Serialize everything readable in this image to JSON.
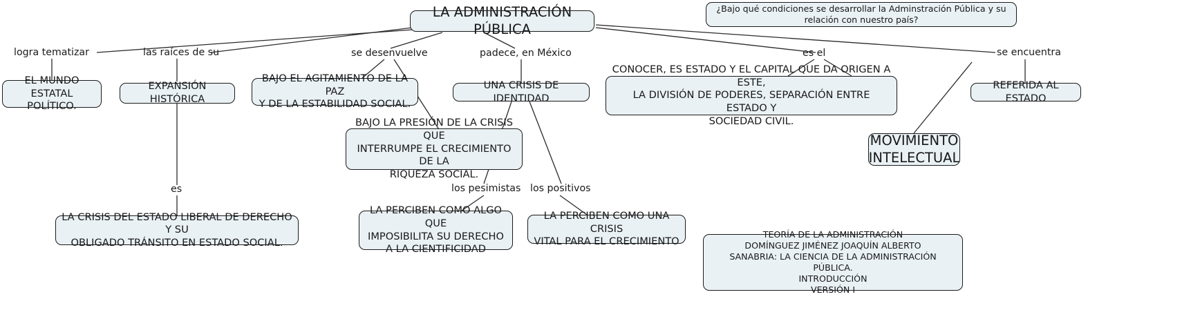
{
  "diagram": {
    "title": "LA ADMINISTRACIÓN PÚBLICA",
    "type": "concept-map",
    "colors": {
      "node_fill": "#eaf1f4",
      "node_border": "#1a1a1a",
      "text": "#17181a",
      "edge": "#2b2b2b",
      "background": "#ffffff"
    },
    "focus_question": "¿Bajo qué condiciones se desarrollar la Adminstración Pública y su relación con nuestro país?",
    "root": {
      "label": "LA ADMINISTRACIÓN PÚBLICA"
    },
    "link_labels": [
      {
        "id": "logra-tematizar",
        "text": "logra tematizar"
      },
      {
        "id": "las-raices-de-su",
        "text": "las raíces de su"
      },
      {
        "id": "se-desenvuelve",
        "text": "se desenvuelve"
      },
      {
        "id": "padece-en-mexico",
        "text": "padece, en México"
      },
      {
        "id": "es-el",
        "text": "es el"
      },
      {
        "id": "se-encuentra",
        "text": "se encuentra"
      },
      {
        "id": "es",
        "text": "es"
      },
      {
        "id": "los-pesimistas",
        "text": "los pesimistas"
      },
      {
        "id": "los-positivos",
        "text": "los positivos"
      }
    ],
    "nodes": [
      {
        "id": "mundo-estatal",
        "label": "EL MUNDO ESTATAL\nPOLÍTICO."
      },
      {
        "id": "expansion-historica",
        "label": "EXPANSIÓN HISTÓRICA"
      },
      {
        "id": "agitacion-paz",
        "label": "BAJO EL AGITAMIENTO DE LA PAZ\nY DE LA ESTABILIDAD SOCIAL."
      },
      {
        "id": "crisis-identidad",
        "label": "UNA CRISIS DE IDENTIDAD"
      },
      {
        "id": "conocer-estado-capital",
        "label": "CONOCER, ES ESTADO Y EL CAPITAL QUE DA ORIGEN A ESTE,\nLA DIVISIÓN DE PODERES, SEPARACIÓN ENTRE ESTADO Y\nSOCIEDAD CIVIL."
      },
      {
        "id": "referida-al-estado",
        "label": "REFERIDA AL ESTADO"
      },
      {
        "id": "presion-crisis",
        "label": "BAJO LA PRESIÓN DE LA CRISIS QUE\nINTERRUMPE EL CRECIMIENTO DE LA\nRIQUEZA SOCIAL."
      },
      {
        "id": "movimiento-intelectual",
        "label": "MOVIMIENTO\nINTELECTUAL"
      },
      {
        "id": "crisis-estado-liberal",
        "label": "LA CRISIS DEL ESTADO LIBERAL DE DERECHO Y SU\nOBLIGADO TRÁNSITO EN ESTADO SOCIAL."
      },
      {
        "id": "perciben-imposibilita",
        "label": "LA PERCIBEN COMO ALGO QUE\nIMPOSIBILITA SU DERECHO\nA LA CIENTIFICIDAD"
      },
      {
        "id": "perciben-vital",
        "label": "LA PERCIBEN COMO UNA CRISIS\nVITAL PARA EL CRECIMIENTO"
      }
    ],
    "credits": {
      "lines": [
        "TEORÍA DE LA ADMINISTRACIÓN",
        "DOMÍNGUEZ JIMÉNEZ JOAQUÍN ALBERTO",
        "SANABRIA: LA CIENCIA DE LA ADMINISTRACIÓN PÚBLICA.",
        "INTRODUCCIÓN",
        "VERSIÓN I"
      ]
    }
  }
}
